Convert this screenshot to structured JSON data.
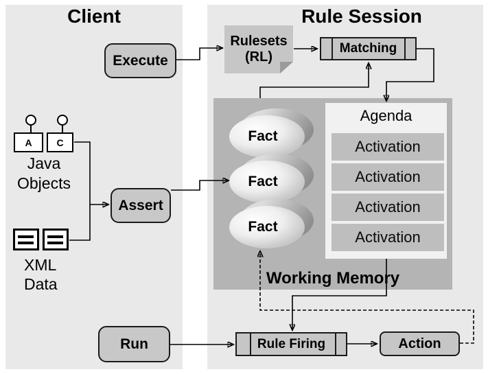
{
  "client": {
    "title": "Client",
    "execute_button": "Execute",
    "assert_button": "Assert",
    "run_button": "Run",
    "java_objects": {
      "components": [
        "A",
        "C"
      ],
      "label": [
        "Java",
        "Objects"
      ]
    },
    "xml_data": {
      "label": [
        "XML",
        "Data"
      ]
    }
  },
  "rule_session": {
    "title": "Rule Session",
    "rulesets_note": [
      "Rulesets",
      "(RL)"
    ],
    "matching_box": "Matching",
    "working_memory": {
      "label": "Working Memory",
      "facts": [
        "Fact",
        "Fact",
        "Fact"
      ],
      "agenda": {
        "title": "Agenda",
        "activations": [
          "Activation",
          "Activation",
          "Activation",
          "Activation"
        ]
      }
    },
    "rule_firing_box": "Rule Firing",
    "action_box": "Action"
  },
  "colors": {
    "panel_background": "#e9e9e9",
    "shape_fill": "#c6c6c6",
    "working_memory_fill": "#b4b4b4",
    "agenda_fill": "#f1f1f1",
    "activation_fill": "#bebebe",
    "connector": "#000000"
  }
}
